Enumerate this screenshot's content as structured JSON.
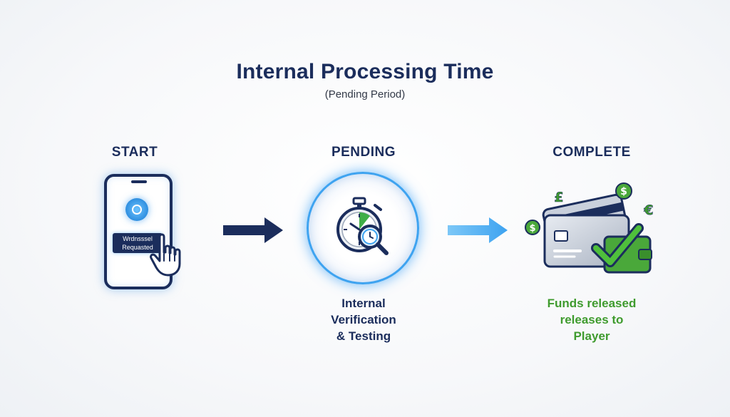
{
  "title": "Internal Processing Time",
  "subtitle": "(Pending Period)",
  "stages": {
    "start": {
      "label": "START",
      "button_lines": [
        "Wrdnsssel",
        "Requasted"
      ]
    },
    "pending": {
      "label": "PENDING",
      "description_lines": [
        "Internal",
        "Verification",
        "& Testing"
      ]
    },
    "complete": {
      "label": "COMPLETE",
      "description_lines": [
        "Funds released",
        "releases to",
        "Player"
      ]
    }
  },
  "icons": {
    "phone": "phone-icon",
    "hand": "hand-pointer-icon",
    "stopwatch": "stopwatch-magnifier-icon",
    "cards": "credit-cards-checkmark-icon",
    "currency_symbols": [
      "£",
      "$",
      "€",
      "$"
    ]
  },
  "colors": {
    "navy": "#1b2d5c",
    "accent_blue": "#3ea3f0",
    "success_green": "#3f9b2e"
  }
}
